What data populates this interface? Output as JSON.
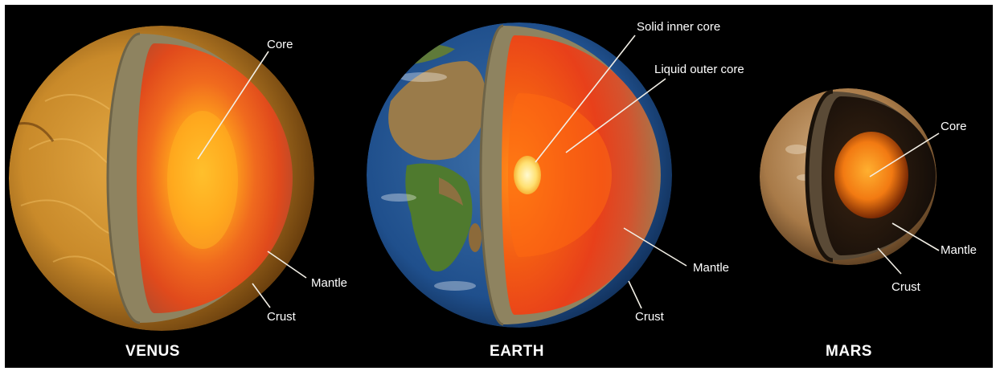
{
  "planets": [
    {
      "name": "VENUS",
      "labels": {
        "core": "Core",
        "mantle": "Mantle",
        "crust": "Crust"
      }
    },
    {
      "name": "EARTH",
      "labels": {
        "inner_core": "Solid inner core",
        "outer_core": "Liquid outer core",
        "mantle": "Mantle",
        "crust": "Crust"
      }
    },
    {
      "name": "MARS",
      "labels": {
        "core": "Core",
        "mantle": "Mantle",
        "crust": "Crust"
      }
    }
  ],
  "colors": {
    "background": "#000000",
    "venus_surface": "#c98a2a",
    "earth_ocean": "#1f4f8c",
    "earth_land": "#9a7b4a",
    "mars_surface": "#b08a5c",
    "crust": "#8e8360",
    "mantle": "#e0451c",
    "core": "#ff9a1a",
    "inner_core": "#fff6a0"
  }
}
